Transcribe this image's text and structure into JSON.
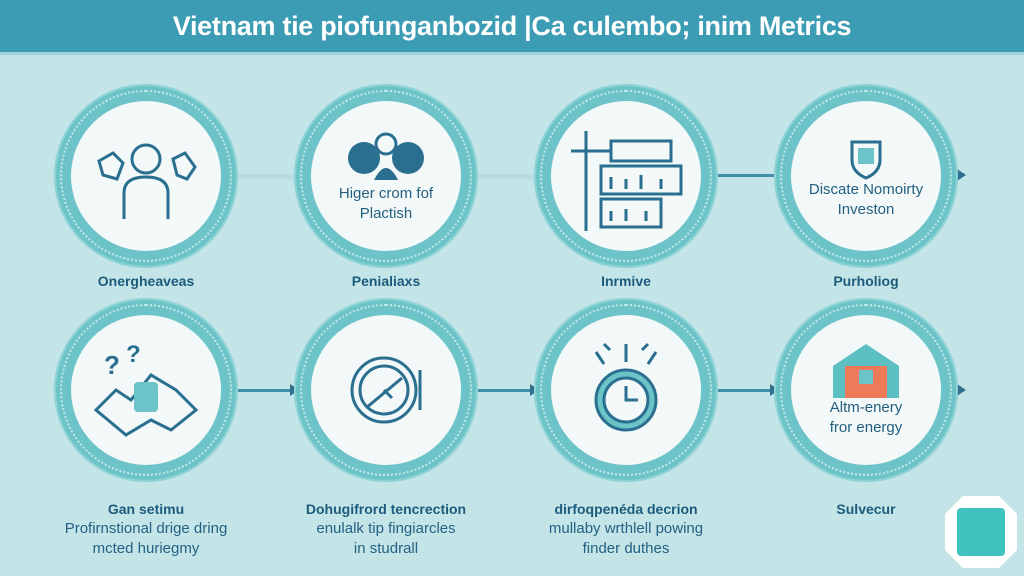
{
  "header": {
    "title": "Vietnam tie piofunganbozid |Ca culembo; inim Metrics"
  },
  "row1": [
    {
      "label": "Onergheaveas",
      "circle_text": [],
      "icon": "people-icon"
    },
    {
      "label": "Penialiaxs",
      "circle_text": [
        "Higer crom fof",
        "Plactish"
      ],
      "icon": "group-icon"
    },
    {
      "label": "Inrmive",
      "circle_text": [],
      "icon": "building-icon"
    },
    {
      "label": "Purholiog",
      "circle_text": [
        "Discate Nomoirty",
        "Investon"
      ],
      "icon": "shield-icon"
    }
  ],
  "row2": [
    {
      "label": "Gan setimu",
      "desc": [
        "Profirnstional drige dring",
        "mcted huriegmy"
      ],
      "circle_text": [],
      "icon": "question-map-icon"
    },
    {
      "label": "Dohugifrord tencrection",
      "desc": [
        "enulalk tip fingiarcles",
        "in studrall"
      ],
      "circle_text": [],
      "icon": "gauge-icon"
    },
    {
      "label": "dirfoqpenéda decrion",
      "desc": [
        "mullaby wrthlell powing",
        "finder duthes"
      ],
      "circle_text": [],
      "icon": "clock-icon"
    },
    {
      "label": "Sulvecur",
      "desc": [],
      "circle_text": [
        "Altm-enery",
        "fror energy"
      ],
      "icon": "house-icon"
    }
  ],
  "colors": {
    "background": "#c3e5e8",
    "header": "#3b9cb3",
    "ring": "#6cc4c8",
    "text": "#1d5f7e",
    "accent": "#ee7a5a"
  }
}
